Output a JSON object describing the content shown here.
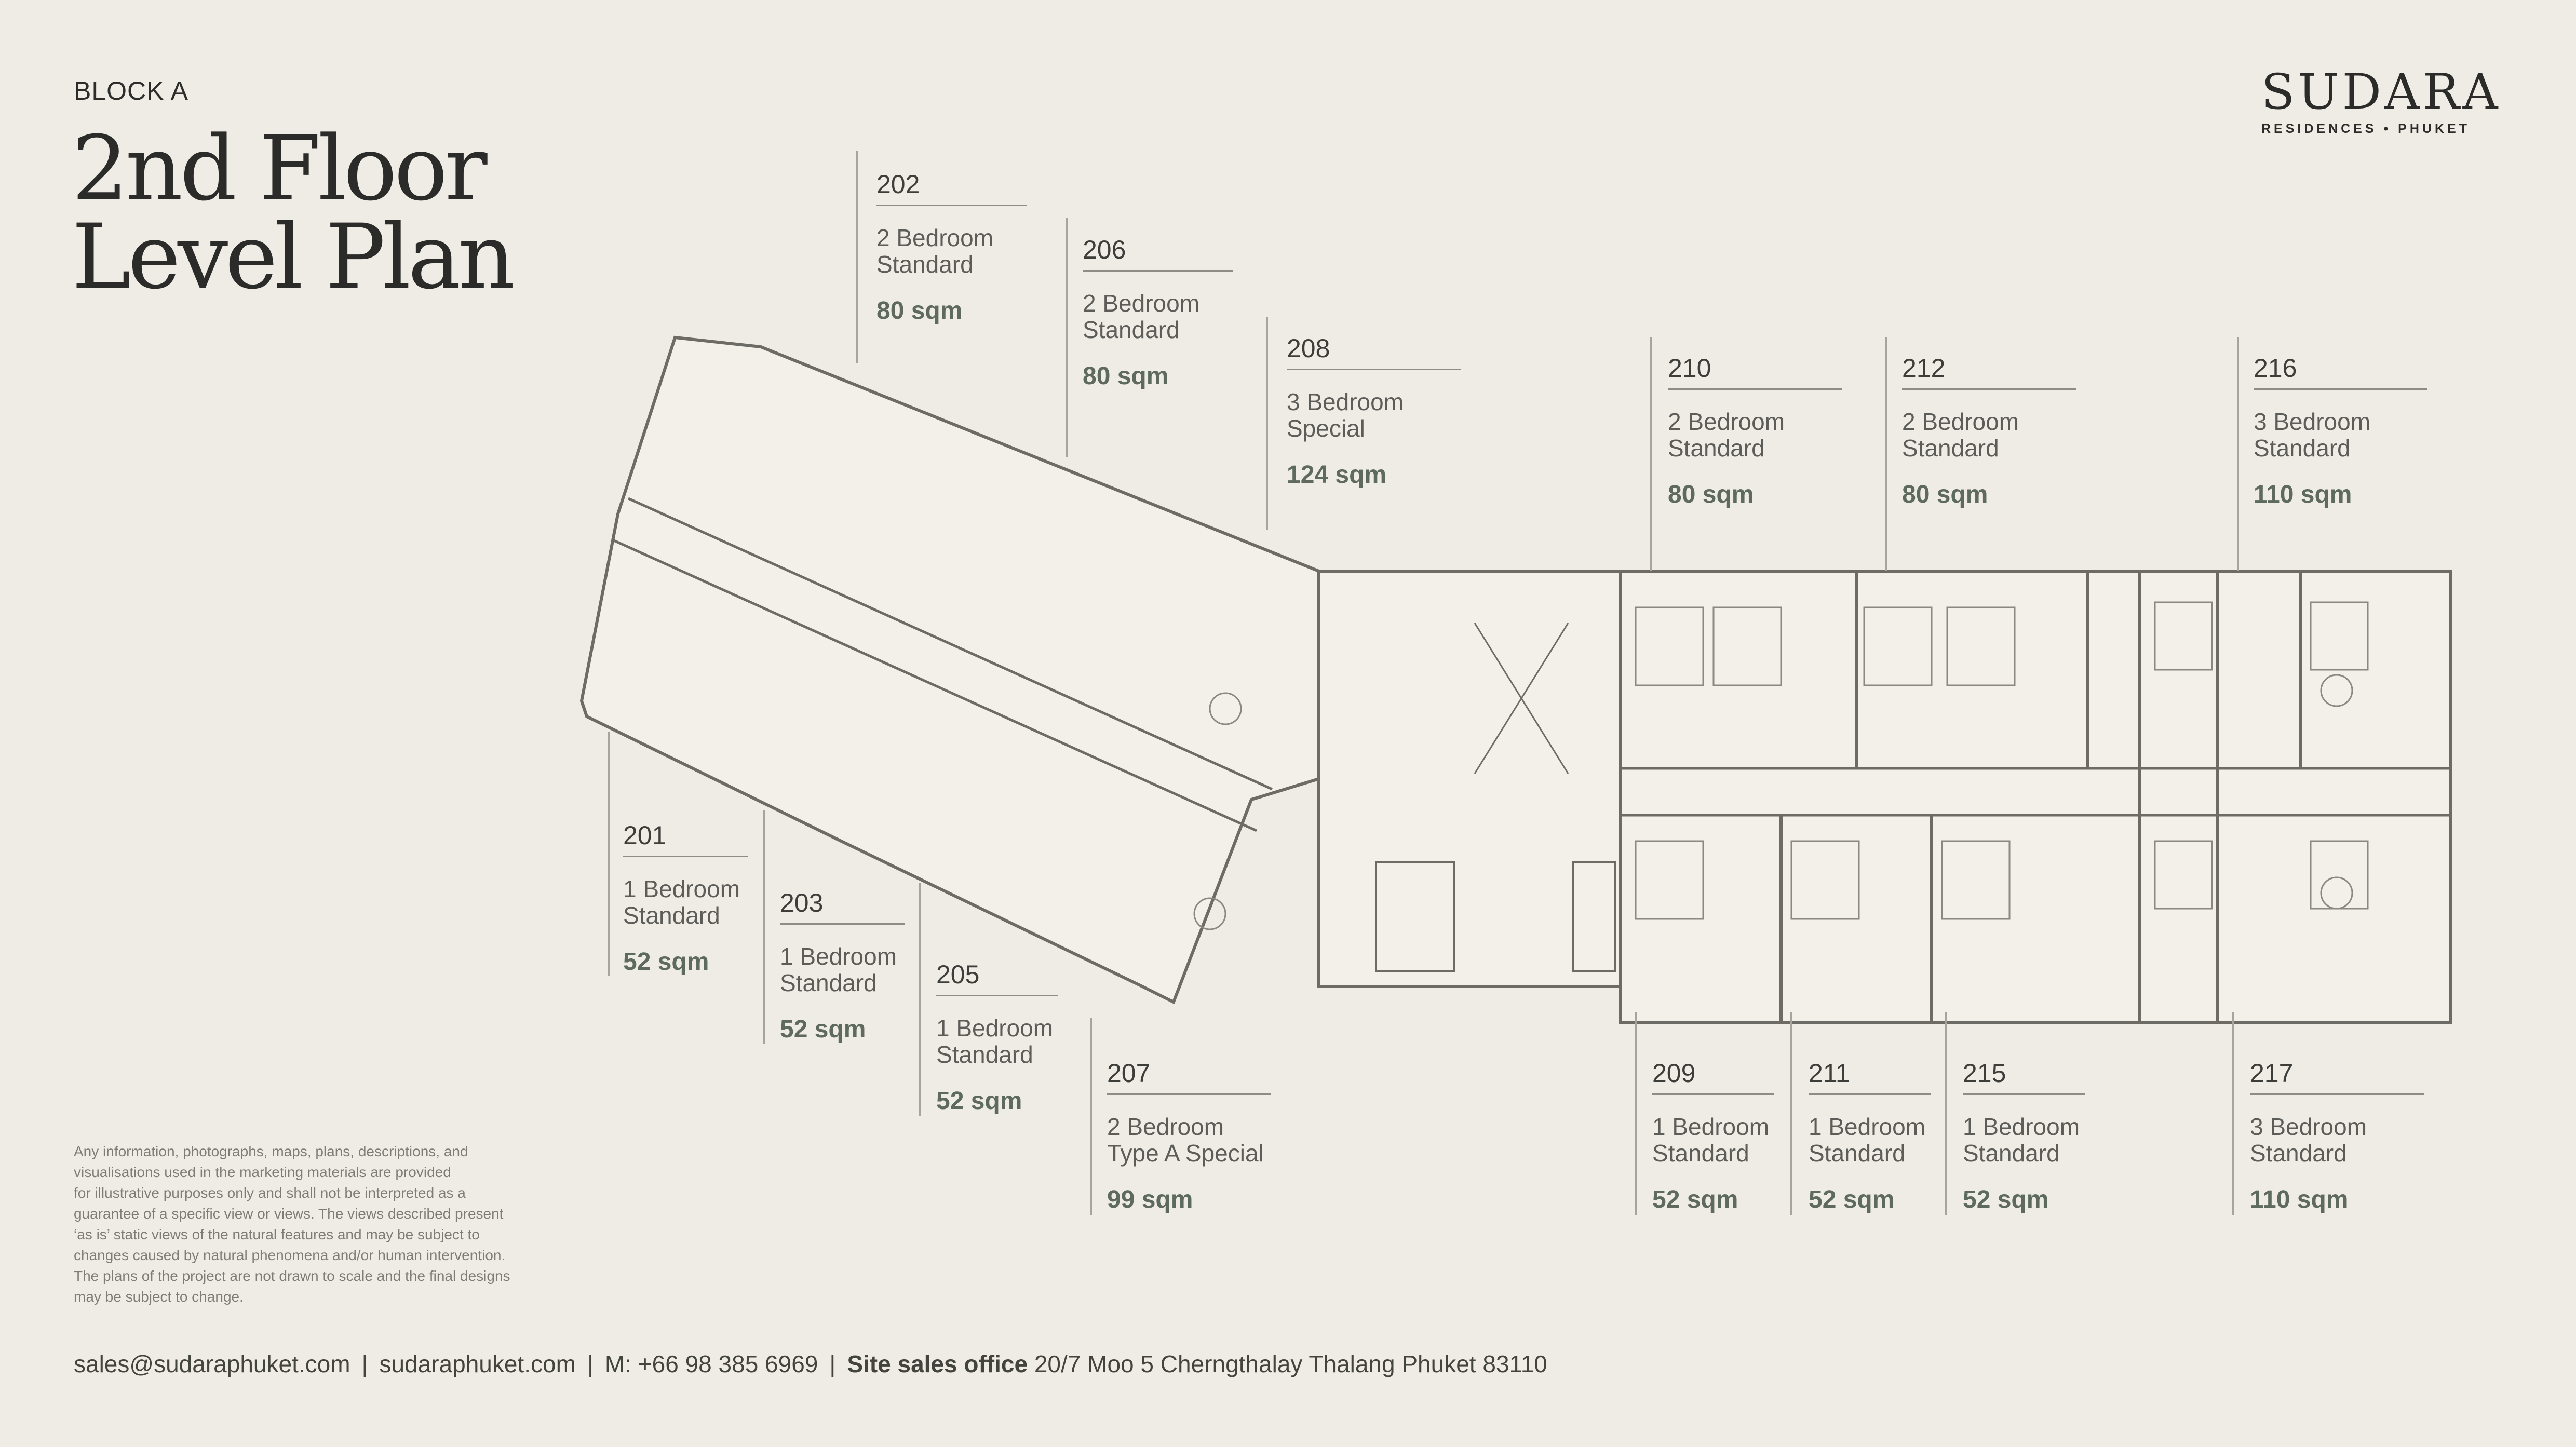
{
  "header": {
    "block": "BLOCK A",
    "title_line1": "2nd Floor",
    "title_line2": "Level Plan"
  },
  "brand": {
    "name": "SUDARA",
    "tagline": "RESIDENCES • PHUKET"
  },
  "units": [
    {
      "number": "202",
      "type_line1": "2 Bedroom",
      "type_line2": "Standard",
      "area": "80 sqm"
    },
    {
      "number": "206",
      "type_line1": "2 Bedroom",
      "type_line2": "Standard",
      "area": "80 sqm"
    },
    {
      "number": "208",
      "type_line1": "3 Bedroom",
      "type_line2": "Special",
      "area": "124 sqm"
    },
    {
      "number": "210",
      "type_line1": "2 Bedroom",
      "type_line2": "Standard",
      "area": "80 sqm"
    },
    {
      "number": "212",
      "type_line1": "2 Bedroom",
      "type_line2": "Standard",
      "area": "80 sqm"
    },
    {
      "number": "216",
      "type_line1": "3 Bedroom",
      "type_line2": "Standard",
      "area": "110 sqm"
    },
    {
      "number": "201",
      "type_line1": "1 Bedroom",
      "type_line2": "Standard",
      "area": "52 sqm"
    },
    {
      "number": "203",
      "type_line1": "1 Bedroom",
      "type_line2": "Standard",
      "area": "52 sqm"
    },
    {
      "number": "205",
      "type_line1": "1 Bedroom",
      "type_line2": "Standard",
      "area": "52 sqm"
    },
    {
      "number": "207",
      "type_line1": "2 Bedroom",
      "type_line2": "Type A Special",
      "area": "99 sqm"
    },
    {
      "number": "209",
      "type_line1": "1 Bedroom",
      "type_line2": "Standard",
      "area": "52 sqm"
    },
    {
      "number": "211",
      "type_line1": "1 Bedroom",
      "type_line2": "Standard",
      "area": "52 sqm"
    },
    {
      "number": "215",
      "type_line1": "1 Bedroom",
      "type_line2": "Standard",
      "area": "52 sqm"
    },
    {
      "number": "217",
      "type_line1": "3 Bedroom",
      "type_line2": "Standard",
      "area": "110 sqm"
    }
  ],
  "disclaimer": [
    "Any information, photographs, maps, plans, descriptions,  and",
    "visualisations used in the marketing materials are provided",
    "for illustrative purposes only and shall not be interpreted as a",
    "guarantee of a specific view or views. The views described present",
    "‘as is’ static views of the natural features and may be subject to",
    "changes caused by natural phenomena and/or human intervention.",
    "The plans of the project are not drawn to scale and the final designs",
    "may be subject to change."
  ],
  "footer": {
    "email": "sales@sudaraphuket.com",
    "website": "sudaraphuket.com",
    "phone": "M: +66 98 385 6969",
    "office_label": "Site sales office",
    "office_address": "20/7 Moo 5 Cherngthalay Thalang Phuket 83110",
    "separator": "|"
  },
  "colors": {
    "background": "#efebe5",
    "area_text": "#5d6a5c",
    "plan_lines": "#5f5e5a"
  }
}
